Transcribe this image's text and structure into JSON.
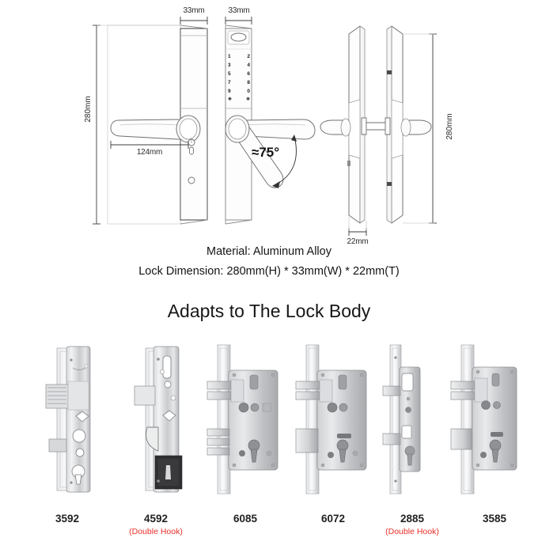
{
  "page": {
    "background": "#ffffff",
    "accent_red": "#e8302a",
    "line_color": "#3b3b3b"
  },
  "technical_drawing": {
    "dimensions": {
      "width_front": "33mm",
      "width_keypad": "33mm",
      "height_left": "280mm",
      "height_right": "280mm",
      "handle_length": "124mm",
      "thickness": "22mm",
      "handle_angle": "≈75°"
    },
    "keypad": {
      "rows": [
        [
          "1",
          "2"
        ],
        [
          "3",
          "4"
        ],
        [
          "5",
          "6"
        ],
        [
          "7",
          "8"
        ],
        [
          "9",
          "0"
        ],
        [
          "✳",
          "✳"
        ]
      ]
    }
  },
  "specs": {
    "material_line": "Material: Aluminum Alloy",
    "dimension_line": "Lock Dimension: 280mm(H) * 33mm(W) * 22mm(T)"
  },
  "section": {
    "title": "Adapts to The Lock Body"
  },
  "lock_bodies": [
    {
      "model": "3592",
      "note": "",
      "type": "narrow-gear"
    },
    {
      "model": "4592",
      "note": "(Double Hook)",
      "type": "narrow-hook"
    },
    {
      "model": "6085",
      "note": "",
      "type": "wide-mortise"
    },
    {
      "model": "6072",
      "note": "",
      "type": "wide-mortise"
    },
    {
      "model": "2885",
      "note": "",
      "type": "narrow-mortise"
    },
    {
      "model": "3585",
      "note": "",
      "type": "wide-mortise"
    }
  ]
}
